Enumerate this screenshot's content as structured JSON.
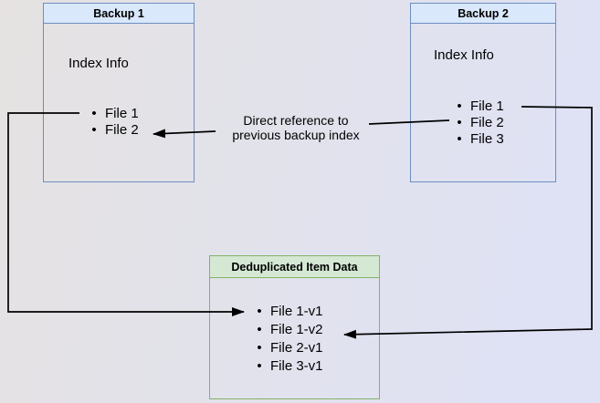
{
  "palette": {
    "blue_header_fill": "#dae8fc",
    "blue_border": "#6c8ebf",
    "green_header_fill": "#d5e8d4",
    "green_border": "#82b366",
    "arrow_color": "#000000",
    "bg_left": "#e5e2e1",
    "bg_right": "#dfe2f4"
  },
  "backup1": {
    "title": "Backup 1",
    "index_label": "Index Info",
    "files": [
      "File 1",
      "File 2"
    ]
  },
  "backup2": {
    "title": "Backup 2",
    "index_label": "Index Info",
    "files": [
      "File 1",
      "File 2",
      "File 3"
    ]
  },
  "dedup": {
    "title": "Deduplicated Item Data",
    "files": [
      "File 1-v1",
      "File 1-v2",
      "File 2-v1",
      "File 3-v1"
    ]
  },
  "annotation": {
    "text": "Direct reference to previous backup index"
  }
}
